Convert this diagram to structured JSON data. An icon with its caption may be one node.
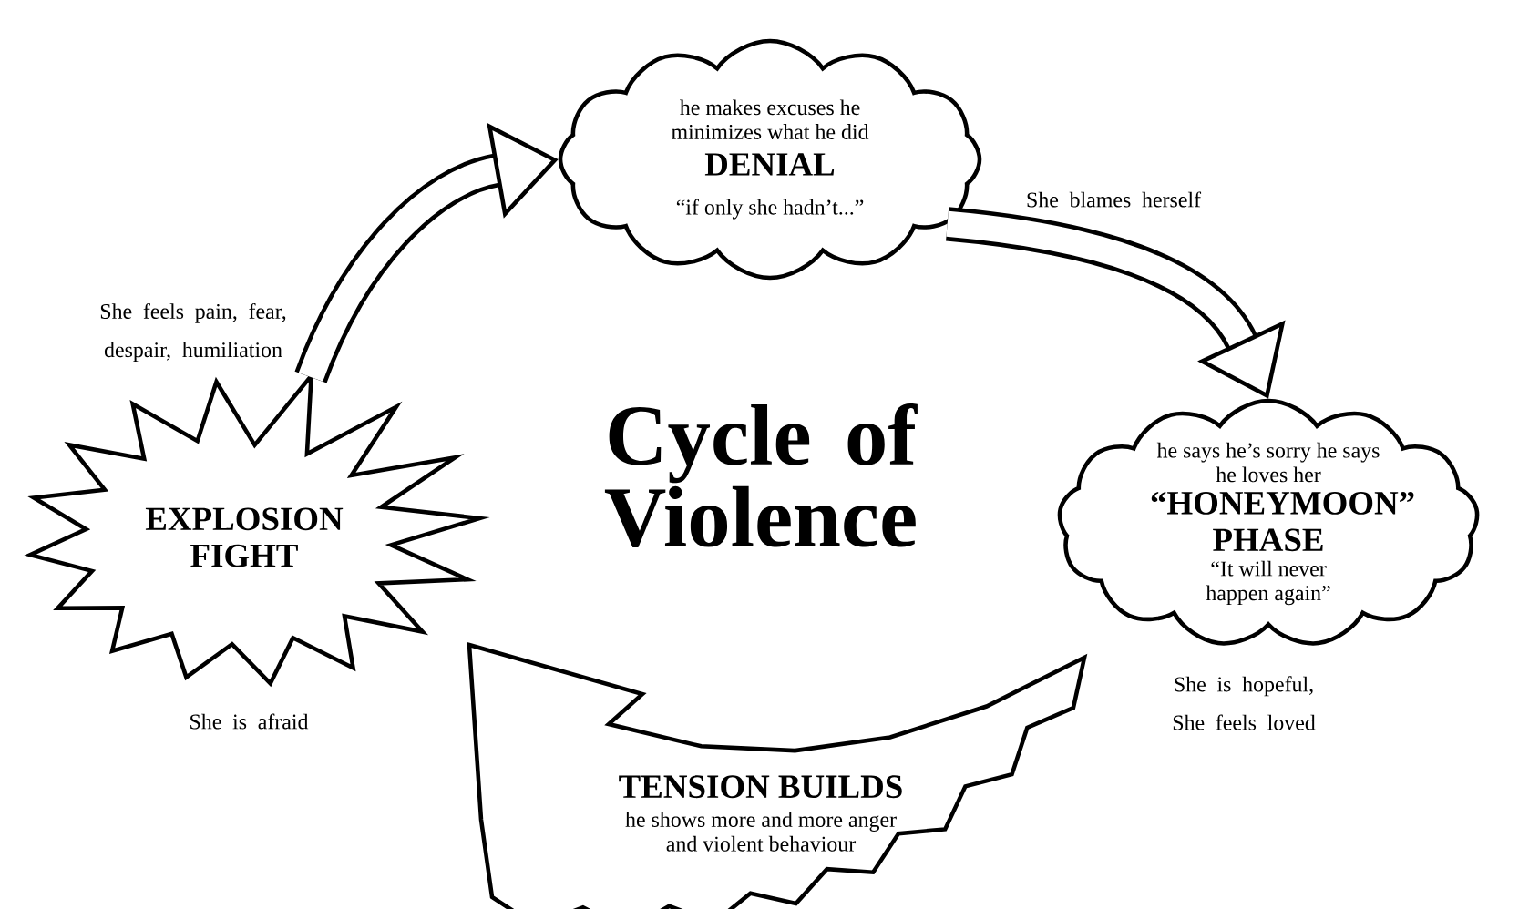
{
  "diagram": {
    "title": "Cycle of Violence",
    "nodes": [
      {
        "text": [
          "he makes excuses he minimizes what he did",
          "DENIAL",
          "“if only she hadn’t...”"
        ]
      },
      {
        "text": [
          "he says he’s sorry he says he loves her",
          "“HONEYMOON” PHASE",
          "“It will never happen again”"
        ]
      },
      {
        "text": [
          "TENSION BUILDS",
          "he shows more and more anger and violent behaviour"
        ]
      },
      {
        "text": [
          "EXPLOSION FIGHT"
        ]
      }
    ],
    "edges": [
      {
        "from": 3,
        "to": 0,
        "arrow": "to"
      },
      {
        "from": 0,
        "to": 1,
        "arrow": "to"
      }
    ],
    "labels": [
      "She feels pain, fear, despair, humiliation",
      "She blames herself",
      "She is hopeful, She feels loved",
      "She is afraid"
    ]
  }
}
